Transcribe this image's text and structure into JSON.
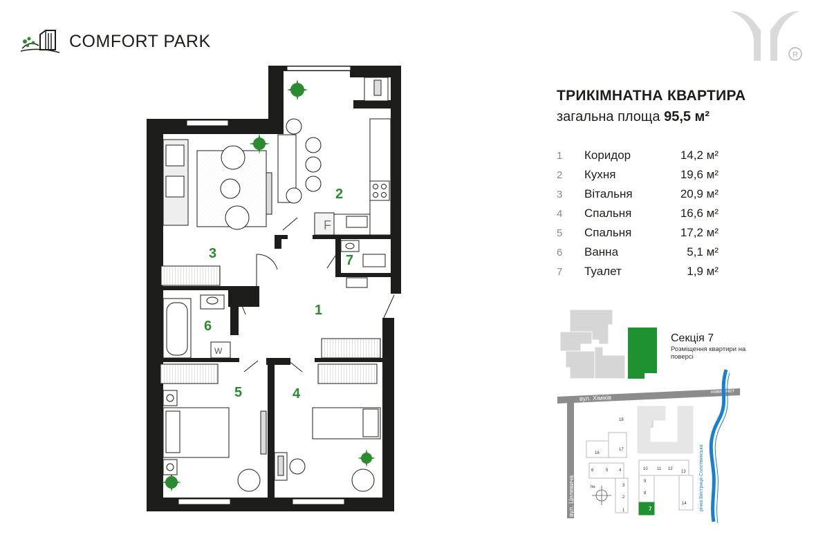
{
  "brand": {
    "name": "COMFORT PARK"
  },
  "apartment": {
    "title": "ТРИКІМНАТНА КВАРТИРА",
    "area_label": "загальна площа",
    "area_value": "95,5 м²"
  },
  "rooms": [
    {
      "num": "1",
      "name": "Коридор",
      "area": "14,2 м²"
    },
    {
      "num": "2",
      "name": "Кухня",
      "area": "19,6 м²"
    },
    {
      "num": "3",
      "name": "Вітальня",
      "area": "20,9 м²"
    },
    {
      "num": "4",
      "name": "Спальня",
      "area": "16,6 м²"
    },
    {
      "num": "5",
      "name": "Спальня",
      "area": "17,2 м²"
    },
    {
      "num": "6",
      "name": "Ванна",
      "area": "5,1 м²"
    },
    {
      "num": "7",
      "name": "Туалет",
      "area": "1,9 м²"
    }
  ],
  "plan_labels": {
    "r1": "1",
    "r2": "2",
    "r3": "3",
    "r4": "4",
    "r5": "5",
    "r6": "6",
    "r7": "7",
    "fridge": "F",
    "washer": "W"
  },
  "section": {
    "label": "Секція 7",
    "sub": "Розміщення квартири на поверсі"
  },
  "map": {
    "street_top": "вул. Хіміків",
    "bridge": "новий міст",
    "street_left": "вул. Целевича",
    "river": "річка Бистриця Солотвинська",
    "north": "пн",
    "buildings": [
      "18",
      "16",
      "17",
      "6",
      "5",
      "4",
      "3",
      "2",
      "1",
      "10",
      "11",
      "12",
      "13",
      "9",
      "8",
      "7",
      "14"
    ]
  },
  "colors": {
    "accent": "#2a8c2e",
    "wall": "#1d1d1b",
    "river": "#1a7fd0",
    "road": "#8c8c8c",
    "section": "#1e9130"
  }
}
